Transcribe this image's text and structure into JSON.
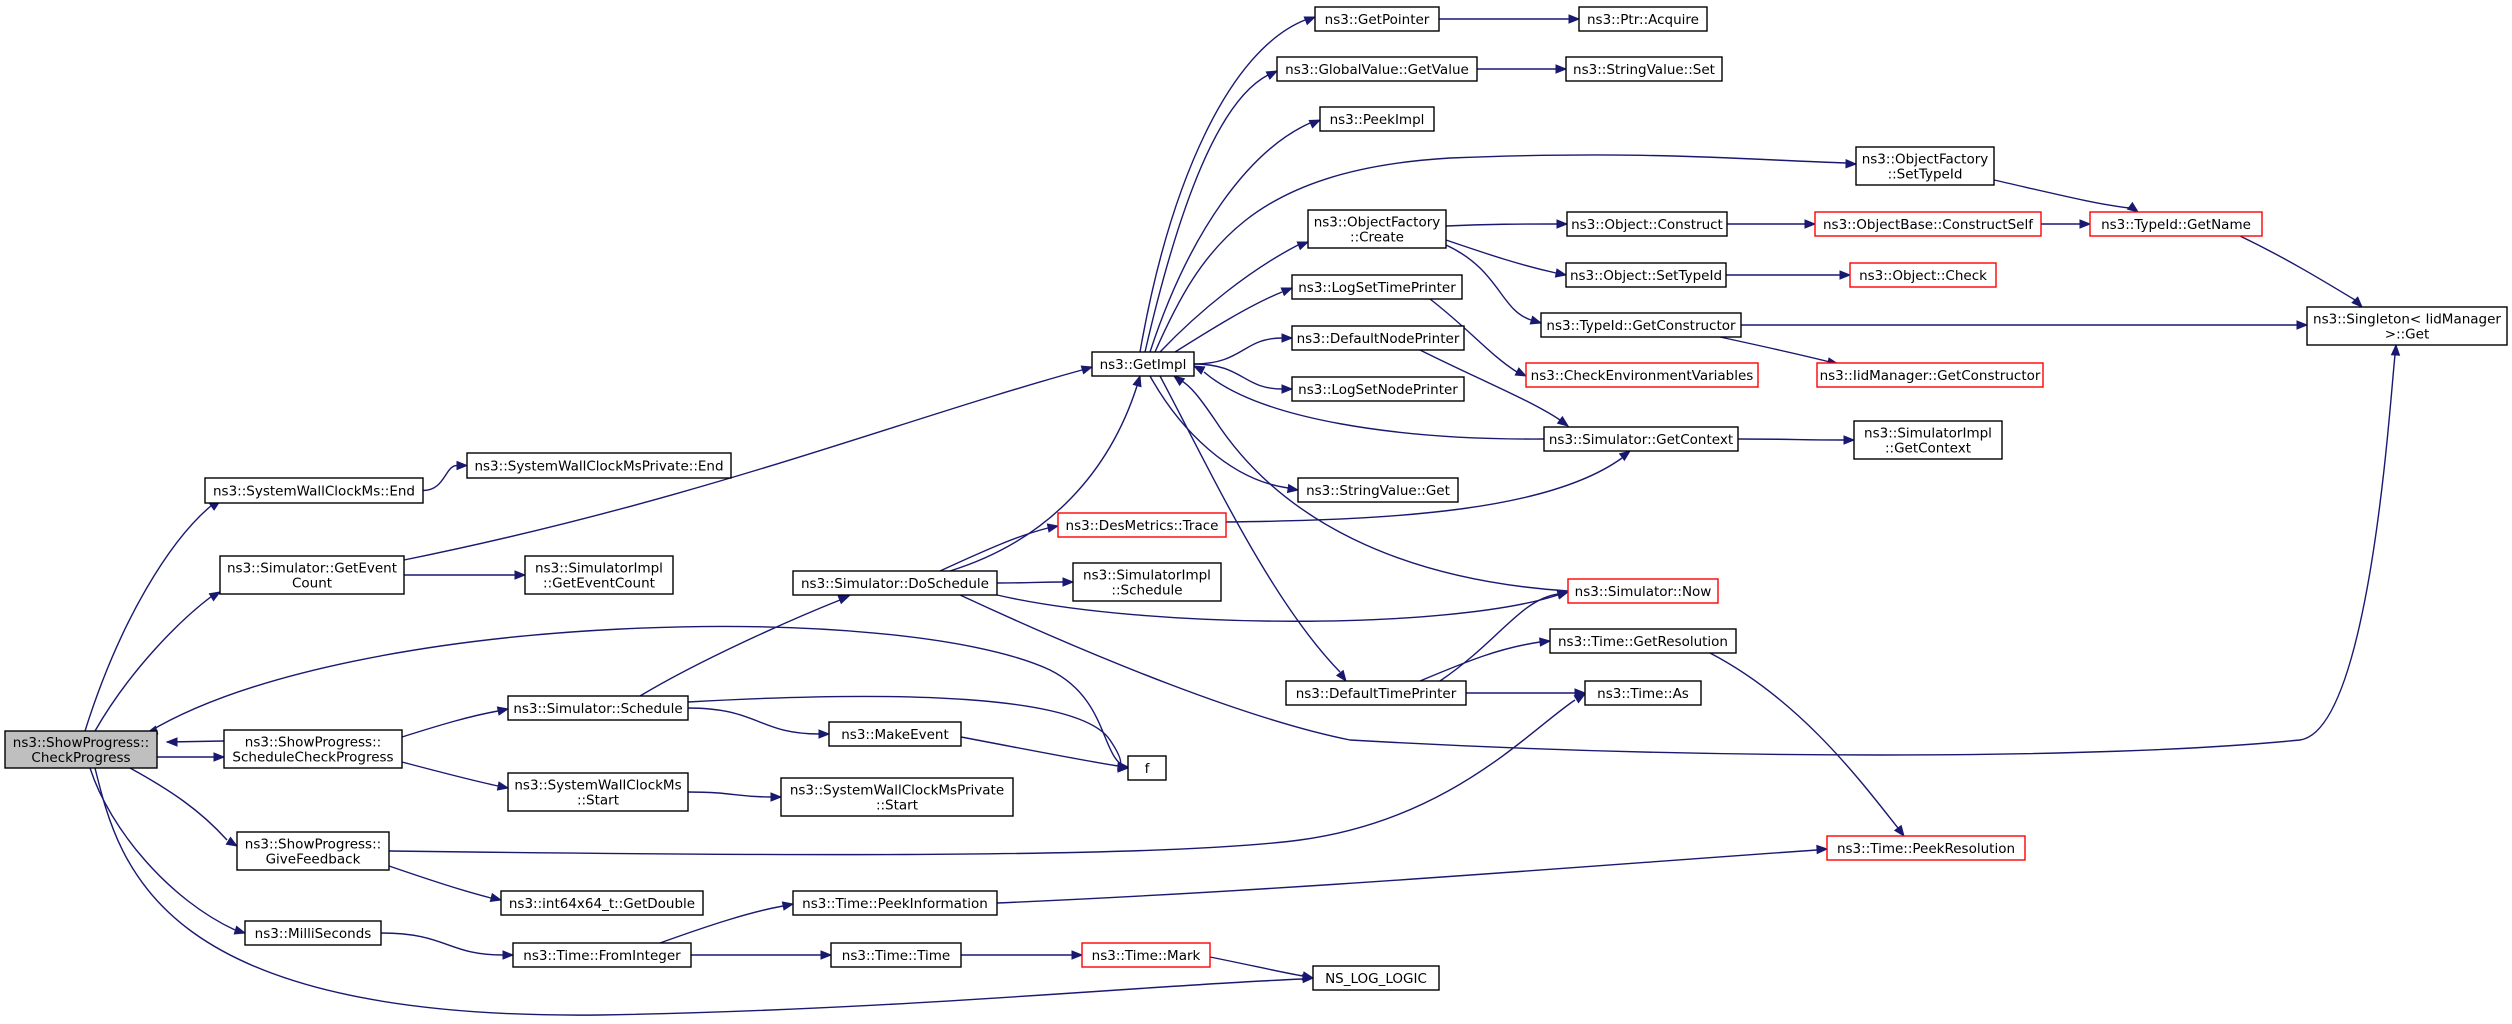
{
  "diagram": {
    "colors": {
      "edge": "#191970",
      "node_border": "#000000",
      "truncated_border": "#ff0000",
      "root_fill": "#bfbfbf"
    },
    "nodes": [
      {
        "id": "root",
        "lines": [
          "ns3::ShowProgress::",
          "CheckProgress"
        ],
        "style": "root"
      },
      {
        "id": "swcEnd",
        "lines": [
          "ns3::SystemWallClockMs::End"
        ]
      },
      {
        "id": "swcpEnd",
        "lines": [
          "ns3::SystemWallClockMsPrivate::End"
        ]
      },
      {
        "id": "getEventCount",
        "lines": [
          "ns3::Simulator::GetEvent",
          "Count"
        ]
      },
      {
        "id": "simImplGetEventCount",
        "lines": [
          "ns3::SimulatorImpl",
          "::GetEventCount"
        ]
      },
      {
        "id": "doSchedule",
        "lines": [
          "ns3::Simulator::DoSchedule"
        ]
      },
      {
        "id": "desTrace",
        "lines": [
          "ns3::DesMetrics::Trace"
        ],
        "style": "trunc"
      },
      {
        "id": "simImplSchedule",
        "lines": [
          "ns3::SimulatorImpl",
          "::Schedule"
        ]
      },
      {
        "id": "scheduleCheck",
        "lines": [
          "ns3::ShowProgress::",
          "ScheduleCheckProgress"
        ]
      },
      {
        "id": "simSchedule",
        "lines": [
          "ns3::Simulator::Schedule"
        ]
      },
      {
        "id": "makeEvent",
        "lines": [
          "ns3::MakeEvent"
        ]
      },
      {
        "id": "f",
        "lines": [
          "f"
        ]
      },
      {
        "id": "swcStart",
        "lines": [
          "ns3::SystemWallClockMs",
          "::Start"
        ]
      },
      {
        "id": "swcpStart",
        "lines": [
          "ns3::SystemWallClockMsPrivate",
          "::Start"
        ]
      },
      {
        "id": "giveFeedback",
        "lines": [
          "ns3::ShowProgress::",
          "GiveFeedback"
        ]
      },
      {
        "id": "getDouble",
        "lines": [
          "ns3::int64x64_t::GetDouble"
        ]
      },
      {
        "id": "milli",
        "lines": [
          "ns3::MilliSeconds"
        ]
      },
      {
        "id": "fromInteger",
        "lines": [
          "ns3::Time::FromInteger"
        ]
      },
      {
        "id": "peekInfo",
        "lines": [
          "ns3::Time::PeekInformation"
        ]
      },
      {
        "id": "timeTime",
        "lines": [
          "ns3::Time::Time"
        ]
      },
      {
        "id": "timeMark",
        "lines": [
          "ns3::Time::Mark"
        ],
        "style": "trunc"
      },
      {
        "id": "nsLogLogic",
        "lines": [
          "NS_LOG_LOGIC"
        ]
      },
      {
        "id": "getImpl",
        "lines": [
          "ns3::GetImpl"
        ]
      },
      {
        "id": "getPointer",
        "lines": [
          "ns3::GetPointer"
        ]
      },
      {
        "id": "ptrAcquire",
        "lines": [
          "ns3::Ptr::Acquire"
        ]
      },
      {
        "id": "gvGetValue",
        "lines": [
          "ns3::GlobalValue::GetValue"
        ]
      },
      {
        "id": "svSet",
        "lines": [
          "ns3::StringValue::Set"
        ]
      },
      {
        "id": "peekImpl",
        "lines": [
          "ns3::PeekImpl"
        ]
      },
      {
        "id": "ofSetTypeId",
        "lines": [
          "ns3::ObjectFactory",
          "::SetTypeId"
        ]
      },
      {
        "id": "ofCreate",
        "lines": [
          "ns3::ObjectFactory",
          "::Create"
        ]
      },
      {
        "id": "objConstruct",
        "lines": [
          "ns3::Object::Construct"
        ]
      },
      {
        "id": "obConstructSelf",
        "lines": [
          "ns3::ObjectBase::ConstructSelf"
        ],
        "style": "trunc"
      },
      {
        "id": "tidGetName",
        "lines": [
          "ns3::TypeId::GetName"
        ],
        "style": "trunc"
      },
      {
        "id": "objSetTypeId",
        "lines": [
          "ns3::Object::SetTypeId"
        ]
      },
      {
        "id": "objCheck",
        "lines": [
          "ns3::Object::Check"
        ],
        "style": "trunc"
      },
      {
        "id": "logSetTimePrinter",
        "lines": [
          "ns3::LogSetTimePrinter"
        ]
      },
      {
        "id": "checkEnv",
        "lines": [
          "ns3::CheckEnvironmentVariables"
        ],
        "style": "trunc"
      },
      {
        "id": "tidGetConstructor",
        "lines": [
          "ns3::TypeId::GetConstructor"
        ]
      },
      {
        "id": "iidGetConstructor",
        "lines": [
          "ns3::IidManager::GetConstructor"
        ],
        "style": "trunc"
      },
      {
        "id": "singletonGet",
        "lines": [
          "ns3::Singleton< IidManager",
          " >::Get"
        ]
      },
      {
        "id": "defaultNodePrinter",
        "lines": [
          "ns3::DefaultNodePrinter"
        ]
      },
      {
        "id": "logSetNodePrinter",
        "lines": [
          "ns3::LogSetNodePrinter"
        ]
      },
      {
        "id": "simGetContext",
        "lines": [
          "ns3::Simulator::GetContext"
        ]
      },
      {
        "id": "simImplGetContext",
        "lines": [
          "ns3::SimulatorImpl",
          "::GetContext"
        ]
      },
      {
        "id": "svGet",
        "lines": [
          "ns3::StringValue::Get"
        ]
      },
      {
        "id": "simNow",
        "lines": [
          "ns3::Simulator::Now"
        ],
        "style": "trunc"
      },
      {
        "id": "defaultTimePrinter",
        "lines": [
          "ns3::DefaultTimePrinter"
        ]
      },
      {
        "id": "timeGetResolution",
        "lines": [
          "ns3::Time::GetResolution"
        ]
      },
      {
        "id": "timeAs",
        "lines": [
          "ns3::Time::As"
        ]
      },
      {
        "id": "timePeekResolution",
        "lines": [
          "ns3::Time::PeekResolution"
        ],
        "style": "trunc"
      }
    ],
    "edges": [
      [
        "root",
        "swcEnd"
      ],
      [
        "root",
        "getEventCount"
      ],
      [
        "root",
        "scheduleCheck"
      ],
      [
        "root",
        "giveFeedback"
      ],
      [
        "root",
        "milli"
      ],
      [
        "root",
        "nsLogLogic"
      ],
      [
        "f",
        "root"
      ],
      [
        "scheduleCheck",
        "root"
      ],
      [
        "swcEnd",
        "swcpEnd"
      ],
      [
        "getEventCount",
        "getImpl"
      ],
      [
        "getEventCount",
        "simImplGetEventCount"
      ],
      [
        "scheduleCheck",
        "simSchedule"
      ],
      [
        "scheduleCheck",
        "swcStart"
      ],
      [
        "simSchedule",
        "doSchedule"
      ],
      [
        "simSchedule",
        "makeEvent"
      ],
      [
        "simSchedule",
        "f"
      ],
      [
        "makeEvent",
        "f"
      ],
      [
        "swcStart",
        "swcpStart"
      ],
      [
        "giveFeedback",
        "getDouble"
      ],
      [
        "giveFeedback",
        "timeAs"
      ],
      [
        "milli",
        "fromInteger"
      ],
      [
        "fromInteger",
        "peekInfo"
      ],
      [
        "fromInteger",
        "timeTime"
      ],
      [
        "timeTime",
        "timeMark"
      ],
      [
        "timeMark",
        "nsLogLogic"
      ],
      [
        "peekInfo",
        "timePeekResolution"
      ],
      [
        "doSchedule",
        "getImpl"
      ],
      [
        "doSchedule",
        "desTrace"
      ],
      [
        "doSchedule",
        "simImplSchedule"
      ],
      [
        "doSchedule",
        "simNow"
      ],
      [
        "doSchedule",
        "singletonGet"
      ],
      [
        "desTrace",
        "simGetContext"
      ],
      [
        "getImpl",
        "getPointer"
      ],
      [
        "getImpl",
        "gvGetValue"
      ],
      [
        "getImpl",
        "peekImpl"
      ],
      [
        "getImpl",
        "ofSetTypeId"
      ],
      [
        "getImpl",
        "ofCreate"
      ],
      [
        "getImpl",
        "logSetTimePrinter"
      ],
      [
        "getImpl",
        "defaultNodePrinter"
      ],
      [
        "getImpl",
        "logSetNodePrinter"
      ],
      [
        "getImpl",
        "svGet"
      ],
      [
        "getImpl",
        "defaultTimePrinter"
      ],
      [
        "simGetContext",
        "getImpl"
      ],
      [
        "simNow",
        "getImpl"
      ],
      [
        "getPointer",
        "ptrAcquire"
      ],
      [
        "gvGetValue",
        "svSet"
      ],
      [
        "ofSetTypeId",
        "tidGetName"
      ],
      [
        "ofCreate",
        "objConstruct"
      ],
      [
        "ofCreate",
        "objSetTypeId"
      ],
      [
        "ofCreate",
        "tidGetConstructor"
      ],
      [
        "objConstruct",
        "obConstructSelf"
      ],
      [
        "obConstructSelf",
        "tidGetName"
      ],
      [
        "tidGetName",
        "singletonGet"
      ],
      [
        "objSetTypeId",
        "objCheck"
      ],
      [
        "tidGetConstructor",
        "singletonGet"
      ],
      [
        "tidGetConstructor",
        "iidGetConstructor"
      ],
      [
        "logSetTimePrinter",
        "checkEnv"
      ],
      [
        "defaultNodePrinter",
        "simGetContext"
      ],
      [
        "simGetContext",
        "simImplGetContext"
      ],
      [
        "defaultTimePrinter",
        "simNow"
      ],
      [
        "defaultTimePrinter",
        "timeGetResolution"
      ],
      [
        "defaultTimePrinter",
        "timeAs"
      ],
      [
        "timeGetResolution",
        "timePeekResolution"
      ]
    ]
  }
}
